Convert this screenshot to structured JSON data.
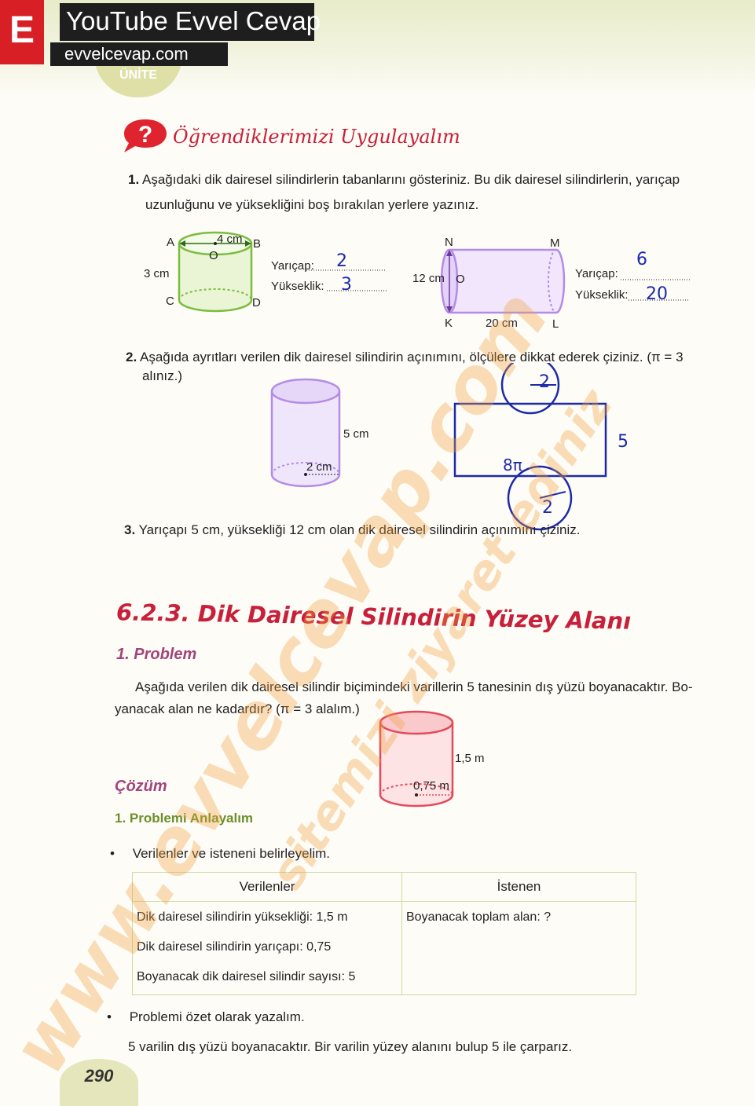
{
  "header": {
    "logo_letter": "E",
    "yt_banner": "YouTube Evvel Cevap",
    "site_banner": "evvelcevap.com",
    "unit_label": "ÜNİTE"
  },
  "section": {
    "title": "Öğrendiklerimizi Uygulayalım"
  },
  "q1": {
    "number": "1.",
    "text_line1": "Aşağıdaki dik dairesel silindirlerin tabanlarını gösteriniz. Bu dik dairesel silindirlerin, yarıçap",
    "text_line2": "uzunluğunu ve yüksekliğini boş bırakılan yerlere yazınız.",
    "fig1": {
      "A": "A",
      "B": "B",
      "C": "C",
      "D": "D",
      "O": "O",
      "top_len": "4 cm",
      "height_len": "3 cm",
      "radius_label": "Yarıçap:",
      "height_label": "Yükseklik:",
      "radius_answer": "2",
      "height_answer": "3"
    },
    "fig2": {
      "N": "N",
      "M": "M",
      "K": "K",
      "L": "L",
      "O": "O",
      "diam_len": "12 cm",
      "len": "20 cm",
      "radius_label": "Yarıçap:",
      "height_label": "Yükseklik:",
      "radius_answer": "6",
      "height_answer": "20"
    }
  },
  "q2": {
    "number": "2.",
    "text_line1": "Aşağıda ayrıtları verilen dik dairesel silindirin açınımını, ölçülere dikkat ederek çiziniz. (π = 3",
    "text_line2": "alınız.)",
    "height_len": "5 cm",
    "radius_len": "2 cm",
    "hand_top_circle": "2",
    "hand_bottom_circle": "2",
    "hand_side": "5",
    "hand_length": "8π"
  },
  "q3": {
    "number": "3.",
    "text": "Yarıçapı 5 cm, yüksekliği 12 cm olan dik dairesel silindirin açınımını çiziniz."
  },
  "topic": {
    "title": "6.2.3. Dik Dairesel Silindirin Yüzey Alanı",
    "problem_title": "1. Problem",
    "problem_line1": "Aşağıda verilen dik dairesel silindir biçimindeki varillerin 5 tanesinin dış yüzü boyanacaktır. Bo-",
    "problem_line2": "yanacak alan ne kadardır? (π = 3 alalım.)",
    "fig_height": "1,5 m",
    "fig_radius": "0,75 m",
    "solution_title": "Çözüm",
    "understand_title": "1. Problemi Anlayalım",
    "bullet1": "Verilenler ve isteneni belirleyelim."
  },
  "table": {
    "headers": [
      "Verilenler",
      "İstenen"
    ],
    "given": [
      "Dik dairesel silindirin yüksekliği: 1,5 m",
      "Dik dairesel silindirin yarıçapı: 0,75",
      "Boyanacak dik dairesel silindir sayısı: 5"
    ],
    "wanted": "Boyanacak toplam alan: ?"
  },
  "summary": {
    "bullet2": "Problemi özet olarak yazalım.",
    "text": "5 varilin dış yüzü boyanacaktır. Bir varilin yüzey alanını bulup 5 ile çarparız."
  },
  "watermarks": {
    "wm1": "www.evvelcevap.com",
    "wm2": "sitemizi ziyaret ediniz"
  },
  "page_number": "290",
  "colors": {
    "brand_red": "#d91f26",
    "title_red": "#c8203a",
    "problem_purple": "#a2447c",
    "green_accent": "#6b8f2c",
    "handwriting_blue": "#1d2aa8",
    "cylinder_green": "#7cbc3f",
    "cylinder_violet": "#b48be6",
    "cylinder_red": "#e44a5a"
  }
}
